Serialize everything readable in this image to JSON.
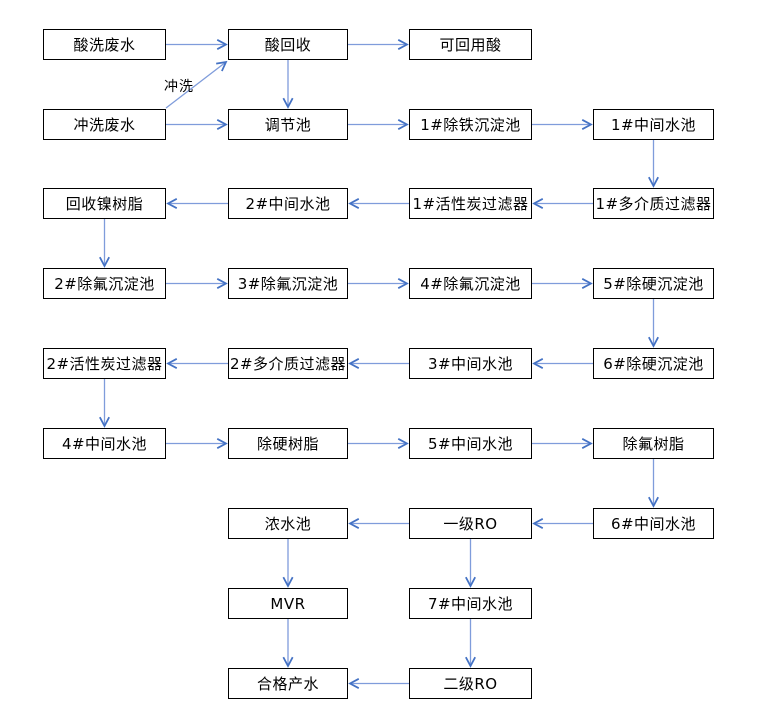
{
  "diagram": {
    "nodes": [
      {
        "id": "acid-wash-wastewater",
        "label": "酸洗废水",
        "col": 0,
        "row": 0
      },
      {
        "id": "acid-recovery",
        "label": "酸回收",
        "col": 1,
        "row": 0
      },
      {
        "id": "reusable-acid",
        "label": "可回用酸",
        "col": 2,
        "row": 0
      },
      {
        "id": "rinse-wastewater",
        "label": "冲洗废水",
        "col": 0,
        "row": 1
      },
      {
        "id": "regulating-tank",
        "label": "调节池",
        "col": 1,
        "row": 1
      },
      {
        "id": "iron-removal-sedimentation-1",
        "label": "1#除铁沉淀池",
        "col": 2,
        "row": 1
      },
      {
        "id": "intermediate-tank-1",
        "label": "1#中间水池",
        "col": 3,
        "row": 1
      },
      {
        "id": "nickel-recovery-resin",
        "label": "回收镍树脂",
        "col": 0,
        "row": 2
      },
      {
        "id": "intermediate-tank-2",
        "label": "2#中间水池",
        "col": 1,
        "row": 2
      },
      {
        "id": "activated-carbon-filter-1",
        "label": "1#活性炭过滤器",
        "col": 2,
        "row": 2
      },
      {
        "id": "multimedia-filter-1",
        "label": "1#多介质过滤器",
        "col": 3,
        "row": 2
      },
      {
        "id": "fluoride-sedimentation-2",
        "label": "2#除氟沉淀池",
        "col": 0,
        "row": 3
      },
      {
        "id": "fluoride-sedimentation-3",
        "label": "3#除氟沉淀池",
        "col": 1,
        "row": 3
      },
      {
        "id": "fluoride-sedimentation-4",
        "label": "4#除氟沉淀池",
        "col": 2,
        "row": 3
      },
      {
        "id": "hardness-sedimentation-5",
        "label": "5#除硬沉淀池",
        "col": 3,
        "row": 3
      },
      {
        "id": "activated-carbon-filter-2",
        "label": "2#活性炭过滤器",
        "col": 0,
        "row": 4
      },
      {
        "id": "multimedia-filter-2",
        "label": "2#多介质过滤器",
        "col": 1,
        "row": 4
      },
      {
        "id": "intermediate-tank-3",
        "label": "3#中间水池",
        "col": 2,
        "row": 4
      },
      {
        "id": "hardness-sedimentation-6",
        "label": "6#除硬沉淀池",
        "col": 3,
        "row": 4
      },
      {
        "id": "intermediate-tank-4",
        "label": "4#中间水池",
        "col": 0,
        "row": 5
      },
      {
        "id": "hardness-removal-resin",
        "label": "除硬树脂",
        "col": 1,
        "row": 5
      },
      {
        "id": "intermediate-tank-5",
        "label": "5#中间水池",
        "col": 2,
        "row": 5
      },
      {
        "id": "fluoride-removal-resin",
        "label": "除氟树脂",
        "col": 3,
        "row": 5
      },
      {
        "id": "concentrate-tank",
        "label": "浓水池",
        "col": 1,
        "row": 6
      },
      {
        "id": "ro-stage-1",
        "label": "一级RO",
        "col": 2,
        "row": 6
      },
      {
        "id": "intermediate-tank-6",
        "label": "6#中间水池",
        "col": 3,
        "row": 6
      },
      {
        "id": "mvr",
        "label": "MVR",
        "col": 1,
        "row": 7
      },
      {
        "id": "intermediate-tank-7",
        "label": "7#中间水池",
        "col": 2,
        "row": 7
      },
      {
        "id": "qualified-water",
        "label": "合格产水",
        "col": 1,
        "row": 8
      },
      {
        "id": "ro-stage-2",
        "label": "二级RO",
        "col": 2,
        "row": 8
      }
    ],
    "edges": [
      {
        "from": "acid-wash-wastewater",
        "to": "acid-recovery"
      },
      {
        "from": "rinse-wastewater",
        "to": "regulating-tank"
      },
      {
        "from": "acid-recovery",
        "to": "reusable-acid"
      },
      {
        "from": "acid-recovery",
        "to": "regulating-tank"
      },
      {
        "from": "regulating-tank",
        "to": "iron-removal-sedimentation-1"
      },
      {
        "from": "iron-removal-sedimentation-1",
        "to": "intermediate-tank-1"
      },
      {
        "from": "intermediate-tank-1",
        "to": "multimedia-filter-1"
      },
      {
        "from": "multimedia-filter-1",
        "to": "activated-carbon-filter-1"
      },
      {
        "from": "activated-carbon-filter-1",
        "to": "intermediate-tank-2"
      },
      {
        "from": "intermediate-tank-2",
        "to": "nickel-recovery-resin"
      },
      {
        "from": "nickel-recovery-resin",
        "to": "fluoride-sedimentation-2"
      },
      {
        "from": "fluoride-sedimentation-2",
        "to": "fluoride-sedimentation-3"
      },
      {
        "from": "fluoride-sedimentation-3",
        "to": "fluoride-sedimentation-4"
      },
      {
        "from": "fluoride-sedimentation-4",
        "to": "hardness-sedimentation-5"
      },
      {
        "from": "hardness-sedimentation-5",
        "to": "hardness-sedimentation-6"
      },
      {
        "from": "hardness-sedimentation-6",
        "to": "intermediate-tank-3"
      },
      {
        "from": "intermediate-tank-3",
        "to": "multimedia-filter-2"
      },
      {
        "from": "multimedia-filter-2",
        "to": "activated-carbon-filter-2"
      },
      {
        "from": "activated-carbon-filter-2",
        "to": "intermediate-tank-4"
      },
      {
        "from": "intermediate-tank-4",
        "to": "hardness-removal-resin"
      },
      {
        "from": "hardness-removal-resin",
        "to": "intermediate-tank-5"
      },
      {
        "from": "intermediate-tank-5",
        "to": "fluoride-removal-resin"
      },
      {
        "from": "fluoride-removal-resin",
        "to": "intermediate-tank-6"
      },
      {
        "from": "intermediate-tank-6",
        "to": "ro-stage-1"
      },
      {
        "from": "ro-stage-1",
        "to": "concentrate-tank"
      },
      {
        "from": "concentrate-tank",
        "to": "mvr"
      },
      {
        "from": "ro-stage-1",
        "to": "intermediate-tank-7"
      },
      {
        "from": "mvr",
        "to": "qualified-water"
      },
      {
        "from": "intermediate-tank-7",
        "to": "ro-stage-2"
      },
      {
        "from": "ro-stage-2",
        "to": "qualified-water"
      }
    ],
    "diagonal_edge": {
      "from": "rinse-wastewater",
      "to": "acid-recovery",
      "label": "冲洗"
    },
    "colors": {
      "arrow_shaft": "#7f9cdb",
      "arrow_head": "#4472c4",
      "box_border": "#000000",
      "box_fill": "#ffffff",
      "text": "#000000",
      "background": "#ffffff"
    }
  }
}
